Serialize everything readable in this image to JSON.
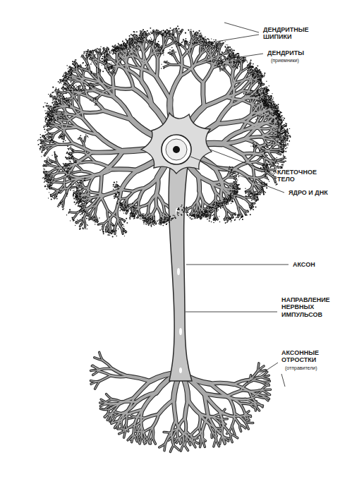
{
  "diagram": {
    "labels": [
      "ДЕНДРИТНЫЕ ШИПИКИ",
      "ДЕНДРИТЫ",
      "(приемники)",
      "КЛЕТОЧНОЕ ТЕЛО",
      "ЯДРО И ДНК",
      "АКСОН",
      "НАПРАВЛЕНИЕ НЕРВНЫХ ИМПУЛЬСОВ",
      "АКСОННЫЕ ОТРОСТКИ",
      "(отправители)"
    ]
  }
}
